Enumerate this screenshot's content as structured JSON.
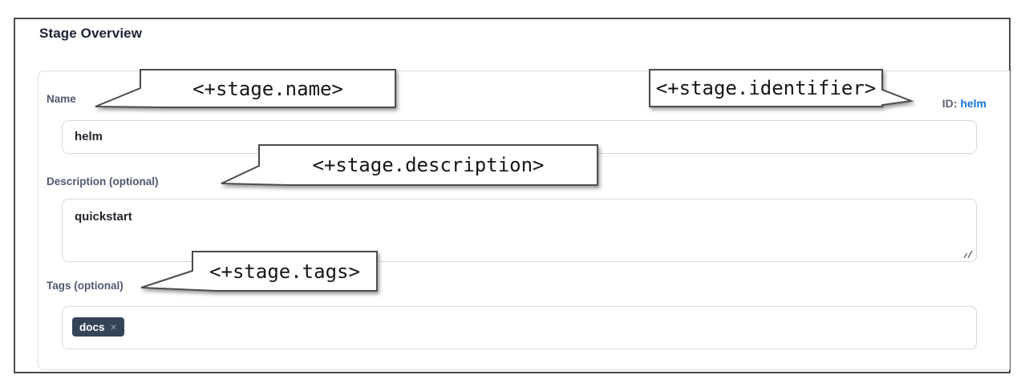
{
  "panel": {
    "title": "Stage Overview"
  },
  "form": {
    "name": {
      "label": "Name",
      "value": "helm"
    },
    "identifier": {
      "label": "ID:",
      "value": "helm"
    },
    "description": {
      "label": "Description (optional)",
      "value": "quickstart"
    },
    "tags": {
      "label": "Tags (optional)",
      "chips": [
        {
          "text": "docs",
          "remove": "×"
        }
      ]
    }
  },
  "callouts": {
    "name": {
      "text": "<+stage.name>"
    },
    "identifier": {
      "text": "<+stage.identifier>"
    },
    "description": {
      "text": "<+stage.description>"
    },
    "tags": {
      "text": "<+stage.tags>"
    }
  },
  "colors": {
    "frame_border": "#4a4a4a",
    "heading_text": "#1c2333",
    "label_text": "#4f586e",
    "input_border": "#d5d7dd",
    "link_blue": "#1a73e8",
    "chip_background": "#364457",
    "callout_border": "#4c4c4c"
  }
}
